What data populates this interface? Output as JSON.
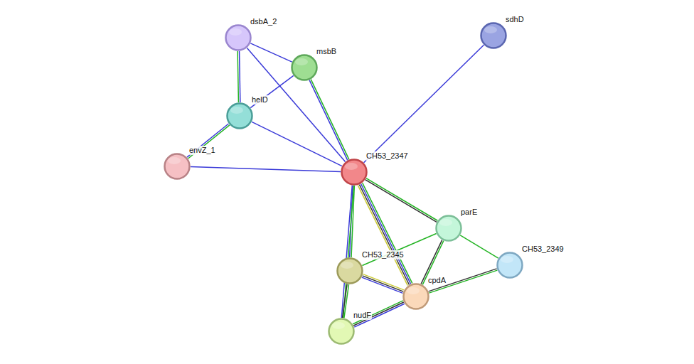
{
  "diagram": {
    "nodes": [
      {
        "text": [
          "dsbA_2"
        ]
      },
      {
        "text": [
          "sdhD"
        ]
      },
      {
        "text": [
          "msbB"
        ]
      },
      {
        "text": [
          "helD"
        ]
      },
      {
        "text": [
          "envZ_1"
        ]
      },
      {
        "text": [
          "CH53_2347"
        ]
      },
      {
        "text": [
          "parE"
        ]
      },
      {
        "text": [
          "CH53_2349"
        ]
      },
      {
        "text": [
          "CH53_2345"
        ]
      },
      {
        "text": [
          "cpdA"
        ]
      },
      {
        "text": [
          "nudF"
        ]
      }
    ],
    "edges": [
      {
        "from": 0,
        "to": 2,
        "arrow": "none"
      },
      {
        "from": 0,
        "to": 3,
        "arrow": "none"
      },
      {
        "from": 0,
        "to": 5,
        "arrow": "none"
      },
      {
        "from": 2,
        "to": 3,
        "arrow": "none"
      },
      {
        "from": 2,
        "to": 5,
        "arrow": "none"
      },
      {
        "from": 3,
        "to": 4,
        "arrow": "none"
      },
      {
        "from": 3,
        "to": 5,
        "arrow": "none"
      },
      {
        "from": 4,
        "to": 5,
        "arrow": "none"
      },
      {
        "from": 1,
        "to": 5,
        "arrow": "none"
      },
      {
        "from": 5,
        "to": 6,
        "arrow": "none"
      },
      {
        "from": 5,
        "to": 8,
        "arrow": "none"
      },
      {
        "from": 5,
        "to": 9,
        "arrow": "none"
      },
      {
        "from": 5,
        "to": 10,
        "arrow": "none"
      },
      {
        "from": 6,
        "to": 9,
        "arrow": "none"
      },
      {
        "from": 6,
        "to": 8,
        "arrow": "none"
      },
      {
        "from": 6,
        "to": 7,
        "arrow": "none"
      },
      {
        "from": 7,
        "to": 9,
        "arrow": "none"
      },
      {
        "from": 8,
        "to": 9,
        "arrow": "none"
      },
      {
        "from": 8,
        "to": 10,
        "arrow": "none"
      },
      {
        "from": 9,
        "to": 10,
        "arrow": "none"
      }
    ]
  }
}
